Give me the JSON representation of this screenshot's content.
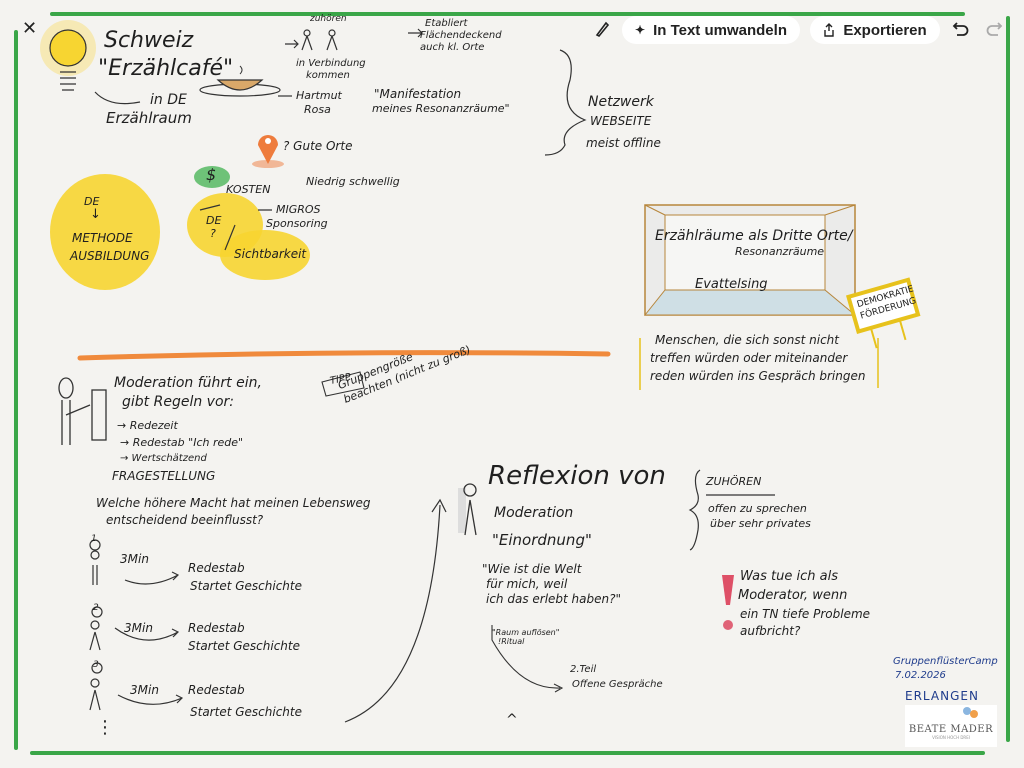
{
  "toolbar": {
    "close_icon": "close-icon",
    "pen_icon": "pencil-icon",
    "convert_label": "In Text umwandeln",
    "convert_icon": "sparkle-icon",
    "export_label": "Exportieren",
    "export_icon": "share-icon",
    "undo_icon": "undo-icon",
    "redo_icon": "redo-icon",
    "close_glyph": "✕"
  },
  "colors": {
    "frame": "#3aa648",
    "highlight_yellow": "#f7d531",
    "divider_orange": "#f08a3c",
    "alert_red": "#d9334f",
    "pin_orange": "#ee7c3d",
    "money_green": "#4cb55a"
  },
  "note": {
    "title": [
      "Schweiz",
      "\"Erzählcafé\""
    ],
    "in_de": "in DE",
    "erzaehlraum": "Erzählraum",
    "zuhoeren_small": "zuhören",
    "verbindung": [
      "in Verbindung",
      "kommen"
    ],
    "etabliert": [
      "Etabliert",
      "Flächendeckend",
      "auch kl. Orte"
    ],
    "rosa": [
      "Hartmut",
      "Rosa"
    ],
    "manifestation": [
      "\"Manifestation",
      "meines Resonanzräume\""
    ],
    "netzwerk": [
      "Netzwerk",
      "WEBSEITE",
      "meist offline"
    ],
    "gute_orte": "? Gute Orte",
    "dollar": "$",
    "kosten": "KOSTEN",
    "niedrig": "Niedrig schwellig",
    "blob1": [
      "DE",
      "↓",
      "METHODE",
      "AUSBILDUNG"
    ],
    "blob2": [
      "DE",
      "?"
    ],
    "migros": [
      "MIGROS",
      "Sponsoring"
    ],
    "sichtbarkeit": "Sichtbarkeit",
    "room": [
      "Erzählräume als Dritte Orte/",
      "Resonanzräume",
      "Evattelsing"
    ],
    "sign": [
      "DEMOKRATIE",
      "FÖRDERUNG"
    ],
    "menschen": [
      "Menschen, die sich sonst nicht",
      "treffen würden oder miteinander",
      "reden würden ins Gespräch bringen"
    ],
    "moderation": [
      "Moderation führt ein,",
      "gibt Regeln vor:"
    ],
    "regeln": [
      "→ Redezeit",
      "→ Redestab \"Ich rede\"",
      "→ Wertschätzend"
    ],
    "fragestellung": "FRAGESTELLUNG",
    "frage": [
      "Welche höhere Macht hat meinen Lebensweg",
      "entscheidend beeinflusst?"
    ],
    "tipp": "TIPP",
    "tipp_text": [
      "Gruppengröße",
      "beachten (nicht zu groß)"
    ],
    "steps": [
      {
        "num": "1",
        "time": "3Min",
        "text": [
          "Redestab",
          "Startet Geschichte"
        ]
      },
      {
        "num": "2",
        "time": "3Min",
        "text": [
          "Redestab",
          "Startet Geschichte"
        ]
      },
      {
        "num": "3",
        "time": "3Min",
        "text": [
          "Redestab",
          "Startet Geschichte"
        ]
      }
    ],
    "dots": "⋮",
    "reflexion": [
      "Reflexion von",
      "Moderation",
      "\"Einordnung\""
    ],
    "welt": [
      "\"Wie ist die Welt",
      "für mich, weil",
      "ich das erlebt haben?\""
    ],
    "raum": [
      "\"Raum auflösen\"",
      "!Ritual"
    ],
    "teil2": [
      "2.Teil",
      "Offene Gespräche"
    ],
    "zuhoeren": "ZUHÖREN",
    "offen": [
      "offen zu sprechen",
      "über sehr privates"
    ],
    "alert": [
      "Was tue ich als",
      "Moderator, wenn",
      "ein TN tiefe Probleme",
      "aufbricht?"
    ],
    "event": [
      "GruppenflüsterCamp",
      "7.02.2026",
      "ERLANGEN"
    ],
    "logo": [
      "BEATE MADER",
      "VISION HOCH DREI"
    ]
  },
  "scroll_up_glyph": "^"
}
